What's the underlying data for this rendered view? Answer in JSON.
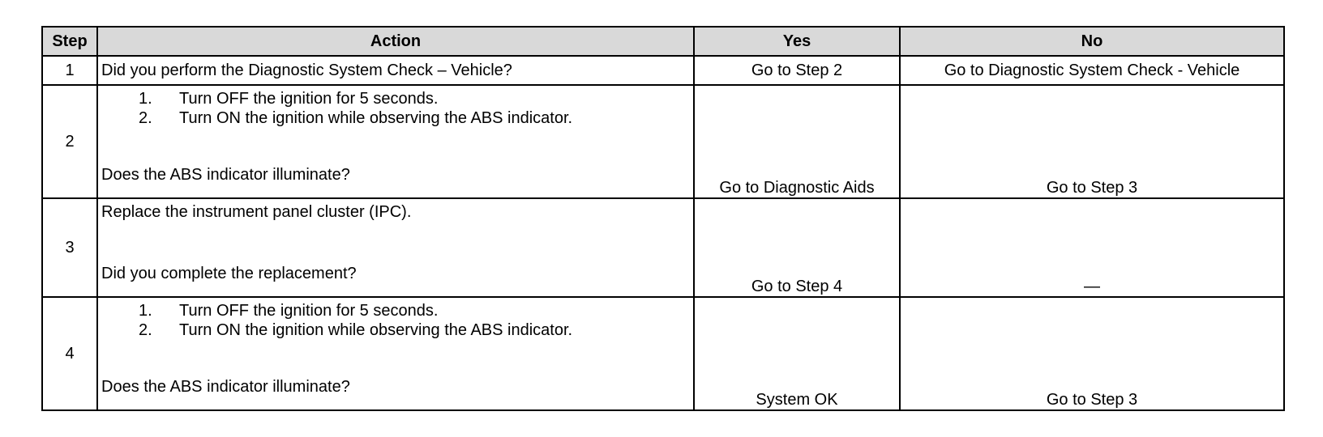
{
  "table": {
    "headers": {
      "step": "Step",
      "action": "Action",
      "yes": "Yes",
      "no": "No"
    },
    "rows": [
      {
        "step": "1",
        "instructions": [],
        "question": "Did you perform the Diagnostic System Check – Vehicle?",
        "yes": "Go to Step 2",
        "no": "Go to Diagnostic System Check - Vehicle"
      },
      {
        "step": "2",
        "instructions": [
          {
            "num": "1.",
            "text": "Turn OFF the ignition for 5 seconds."
          },
          {
            "num": "2.",
            "text": "Turn ON the ignition while observing the ABS indicator."
          }
        ],
        "question": "Does the ABS indicator illuminate?",
        "yes": "Go to Diagnostic Aids",
        "no": "Go to Step 3"
      },
      {
        "step": "3",
        "instructions_text": "Replace the instrument panel cluster (IPC).",
        "question": "Did you complete the replacement?",
        "yes": "Go to Step 4",
        "no": "—"
      },
      {
        "step": "4",
        "instructions": [
          {
            "num": "1.",
            "text": "Turn OFF the ignition for 5 seconds."
          },
          {
            "num": "2.",
            "text": "Turn ON the ignition while observing the ABS indicator."
          }
        ],
        "question": "Does the ABS indicator illuminate?",
        "yes": "System OK",
        "no": "Go to Step 3"
      }
    ]
  },
  "colors": {
    "header_background": "#d9d9d9",
    "border": "#000000",
    "text": "#000000"
  }
}
